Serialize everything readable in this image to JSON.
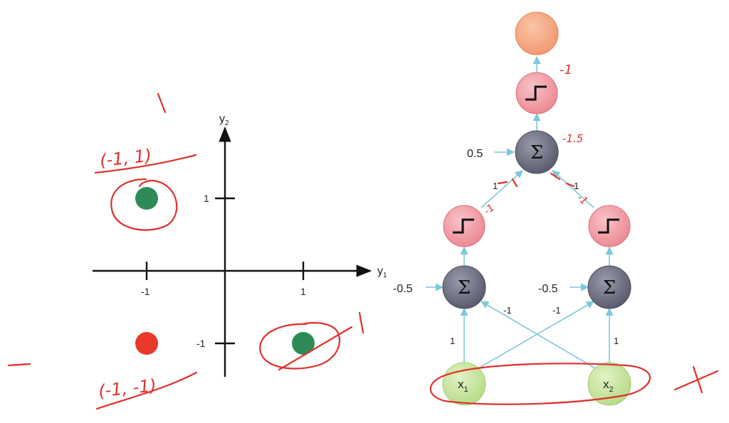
{
  "plot": {
    "y_axis_label": "y",
    "y_axis_sub": "2",
    "x_axis_label": "y",
    "x_axis_sub": "1",
    "tick_x_neg": "-1",
    "tick_x_pos": "1",
    "tick_y_pos": "1",
    "tick_y_neg": "-1",
    "points": [
      {
        "x": -1,
        "y": 1,
        "color": "#2e8b57"
      },
      {
        "x": 1,
        "y": -1,
        "color": "#2e8b57"
      },
      {
        "x": -1,
        "y": -1,
        "color": "#e8392a"
      }
    ]
  },
  "annotations": {
    "top_one": "1",
    "coord_top": "(-1, 1)",
    "coord_bottom": "(-1, -1)",
    "right_one": "1",
    "left_dash": "-",
    "output_bias": "-1",
    "sum_bias": "-1.5",
    "left_edge": "-1",
    "right_edge": "-1"
  },
  "network": {
    "sum_symbol": "Σ",
    "top_bias": "0.5",
    "left_bias": "-0.5",
    "right_bias": "-0.5",
    "w_left_top": "1",
    "w_right_top": "1",
    "w_x1_left": "1",
    "w_x2_right": "1",
    "w_x2_left": "-1",
    "w_x1_right": "-1",
    "input1_label": "x",
    "input1_sub": "1",
    "input2_label": "x",
    "input2_sub": "2"
  },
  "colors": {
    "output": "#f5a882",
    "step": "#f2a0a8",
    "sum": "#6d6e80",
    "input": "#c8e6a0",
    "edge": "#7ec8dc",
    "ink": "#e0302a"
  }
}
